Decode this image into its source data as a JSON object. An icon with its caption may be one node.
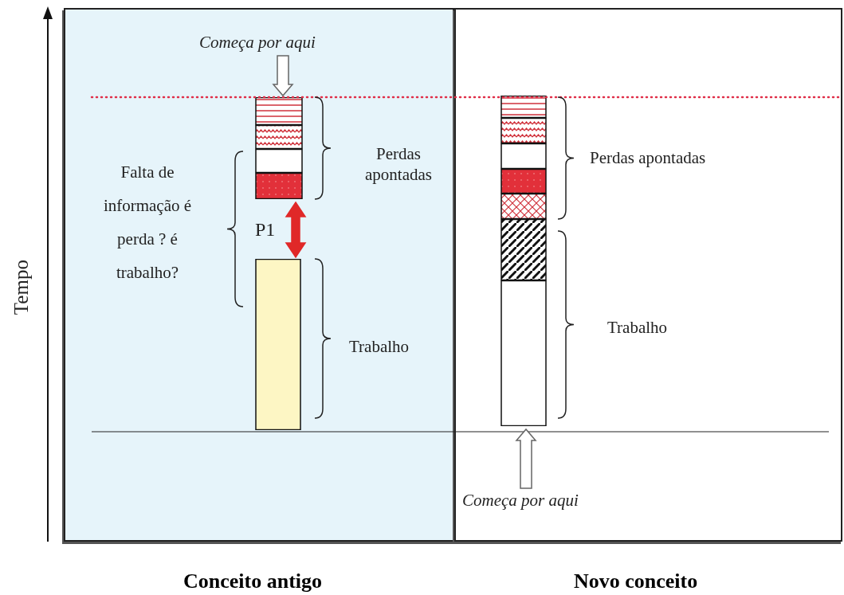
{
  "diagram": {
    "nodes": [
      {
        "text": [
          "Conceito antigo"
        ]
      },
      {
        "text": [
          "Novo conceito"
        ]
      },
      {
        "text": [
          "Começa por aqui"
        ],
        "in": 0
      },
      {
        "text": [],
        "shape": "bar",
        "in": 0
      },
      {
        "text": [],
        "shape": "bar",
        "in": 0
      },
      {
        "text": [],
        "shape": "bar",
        "in": 1
      },
      {
        "text": [
          "Começa por aqui"
        ],
        "in": 1
      }
    ],
    "edges": [
      {
        "from": 2,
        "to": 3,
        "arrow": "to"
      },
      {
        "from": 3,
        "to": 4,
        "arrow": "both",
        "label": "P1",
        "color": "#e02828"
      },
      {
        "from": 6,
        "to": 5,
        "arrow": "to"
      }
    ],
    "labels": [
      "Perdas apontadas",
      "Falta de informação é perda ? é trabalho?",
      "Trabalho",
      "Perdas apontadas",
      "Trabalho",
      "Tempo"
    ]
  }
}
